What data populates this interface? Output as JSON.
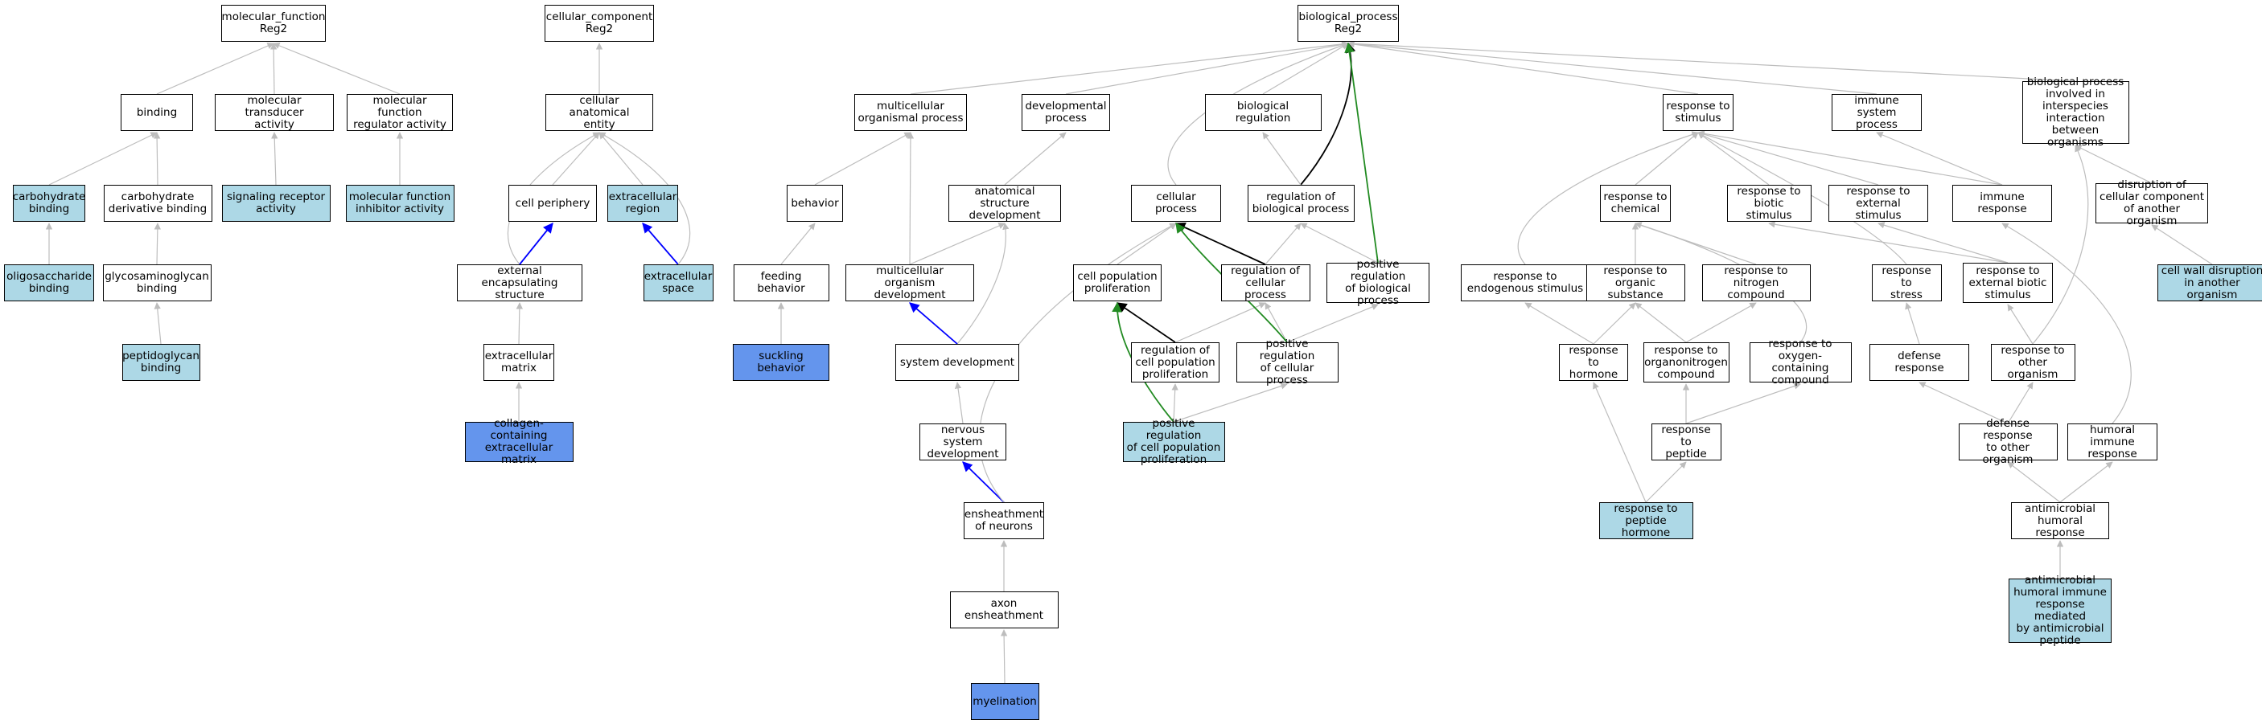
{
  "colors": {
    "plain": "#ffffff",
    "light": "#add8e6",
    "strong": "#6495ed",
    "edge_grey": "#bdbdbd",
    "edge_black": "#000000",
    "edge_blue": "#0000ff",
    "edge_green": "#228b22"
  },
  "nodes": {
    "mf_root": {
      "label": "molecular_function\nReg2",
      "fill": "plain"
    },
    "binding": {
      "label": "binding",
      "fill": "plain"
    },
    "mol_transducer": {
      "label": "molecular transducer\nactivity",
      "fill": "plain"
    },
    "mf_regulator": {
      "label": "molecular function\nregulator activity",
      "fill": "plain"
    },
    "carb_binding": {
      "label": "carbohydrate\nbinding",
      "fill": "light"
    },
    "carb_deriv_binding": {
      "label": "carbohydrate\nderivative binding",
      "fill": "plain"
    },
    "signaling_receptor": {
      "label": "signaling receptor\nactivity",
      "fill": "light"
    },
    "mf_inhibitor": {
      "label": "molecular function\ninhibitor activity",
      "fill": "light"
    },
    "oligosaccharide_binding": {
      "label": "oligosaccharide\nbinding",
      "fill": "light"
    },
    "gag_binding": {
      "label": "glycosaminoglycan\nbinding",
      "fill": "plain"
    },
    "peptidoglycan_binding": {
      "label": "peptidoglycan\nbinding",
      "fill": "light"
    },
    "cc_root": {
      "label": "cellular_component\nReg2",
      "fill": "plain"
    },
    "cell_anat_entity": {
      "label": "cellular anatomical\nentity",
      "fill": "plain"
    },
    "cell_periphery": {
      "label": "cell periphery",
      "fill": "plain"
    },
    "extracellular_region": {
      "label": "extracellular\nregion",
      "fill": "light"
    },
    "ext_encaps_structure": {
      "label": "external encapsulating\nstructure",
      "fill": "plain"
    },
    "extracellular_space": {
      "label": "extracellular\nspace",
      "fill": "light"
    },
    "extracellular_matrix": {
      "label": "extracellular\nmatrix",
      "fill": "plain"
    },
    "collagen_ecm": {
      "label": "collagen-containing\nextracellular\nmatrix",
      "fill": "strong"
    },
    "bp_root": {
      "label": "biological_process\nReg2",
      "fill": "plain"
    },
    "multicell_org_process": {
      "label": "multicellular\norganismal process",
      "fill": "plain"
    },
    "developmental_process": {
      "label": "developmental\nprocess",
      "fill": "plain"
    },
    "biological_regulation": {
      "label": "biological regulation",
      "fill": "plain"
    },
    "response_to_stimulus": {
      "label": "response to\nstimulus",
      "fill": "plain"
    },
    "immune_system_process": {
      "label": "immune system\nprocess",
      "fill": "plain"
    },
    "bp_interspecies": {
      "label": "biological process\ninvolved in\ninterspecies\ninteraction\nbetween organisms",
      "fill": "plain"
    },
    "behavior": {
      "label": "behavior",
      "fill": "plain"
    },
    "anat_struct_dev": {
      "label": "anatomical structure\ndevelopment",
      "fill": "plain"
    },
    "cellular_process": {
      "label": "cellular process",
      "fill": "plain"
    },
    "reg_bio_process": {
      "label": "regulation of\nbiological process",
      "fill": "plain"
    },
    "response_to_chemical": {
      "label": "response to\nchemical",
      "fill": "plain"
    },
    "response_to_biotic": {
      "label": "response to\nbiotic stimulus",
      "fill": "plain"
    },
    "response_to_external": {
      "label": "response to\nexternal stimulus",
      "fill": "plain"
    },
    "immune_response": {
      "label": "immune response",
      "fill": "plain"
    },
    "disruption_cell_component": {
      "label": "disruption of\ncellular component\nof another organism",
      "fill": "plain"
    },
    "feeding_behavior": {
      "label": "feeding behavior",
      "fill": "plain"
    },
    "multicell_org_dev": {
      "label": "multicellular\norganism development",
      "fill": "plain"
    },
    "cell_pop_prolif": {
      "label": "cell population\nproliferation",
      "fill": "plain"
    },
    "reg_cellular_process": {
      "label": "regulation of\ncellular process",
      "fill": "plain"
    },
    "pos_reg_bio_process": {
      "label": "positive regulation\nof biological\nprocess",
      "fill": "plain"
    },
    "response_endogenous": {
      "label": "response to\nendogenous stimulus",
      "fill": "plain"
    },
    "response_organic": {
      "label": "response to\norganic substance",
      "fill": "plain"
    },
    "response_nitrogen": {
      "label": "response to\nnitrogen compound",
      "fill": "plain"
    },
    "response_stress": {
      "label": "response to\nstress",
      "fill": "plain"
    },
    "response_ext_biotic": {
      "label": "response to\nexternal biotic\nstimulus",
      "fill": "plain"
    },
    "cell_wall_disruption": {
      "label": "cell wall disruption\nin another organism",
      "fill": "light"
    },
    "suckling_behavior": {
      "label": "suckling behavior",
      "fill": "strong"
    },
    "system_development": {
      "label": "system development",
      "fill": "plain"
    },
    "reg_cell_pop_prolif": {
      "label": "regulation of\ncell population\nproliferation",
      "fill": "plain"
    },
    "pos_reg_cellular_process": {
      "label": "positive regulation\nof cellular\nprocess",
      "fill": "plain"
    },
    "response_hormone": {
      "label": "response to\nhormone",
      "fill": "plain"
    },
    "response_organonitrogen": {
      "label": "response to\norganonitrogen\ncompound",
      "fill": "plain"
    },
    "response_oxygen": {
      "label": "response to\noxygen-containing\ncompound",
      "fill": "plain"
    },
    "defense_response": {
      "label": "defense response",
      "fill": "plain"
    },
    "response_other_org": {
      "label": "response to\nother organism",
      "fill": "plain"
    },
    "nervous_system_dev": {
      "label": "nervous system\ndevelopment",
      "fill": "plain"
    },
    "pos_reg_cell_pop_prolif": {
      "label": "positive regulation\nof cell population\nproliferation",
      "fill": "light"
    },
    "response_peptide": {
      "label": "response to\npeptide",
      "fill": "plain"
    },
    "defense_other_org": {
      "label": "defense response\nto other organism",
      "fill": "plain"
    },
    "humoral_immune": {
      "label": "humoral immune\nresponse",
      "fill": "plain"
    },
    "ensheathment_neurons": {
      "label": "ensheathment\nof neurons",
      "fill": "plain"
    },
    "response_peptide_hormone": {
      "label": "response to\npeptide hormone",
      "fill": "light"
    },
    "antimicrobial_humoral": {
      "label": "antimicrobial\nhumoral response",
      "fill": "plain"
    },
    "axon_ensheathment": {
      "label": "axon ensheathment",
      "fill": "plain"
    },
    "antimicrobial_peptide": {
      "label": "antimicrobial\nhumoral immune\nresponse mediated\nby antimicrobial\npeptide",
      "fill": "light"
    },
    "myelination": {
      "label": "myelination",
      "fill": "strong"
    }
  },
  "edges": [
    {
      "from": "binding",
      "to": "mf_root",
      "color": "edge_grey"
    },
    {
      "from": "mol_transducer",
      "to": "mf_root",
      "color": "edge_grey"
    },
    {
      "from": "mf_regulator",
      "to": "mf_root",
      "color": "edge_grey"
    },
    {
      "from": "carb_binding",
      "to": "binding",
      "color": "edge_grey"
    },
    {
      "from": "carb_deriv_binding",
      "to": "binding",
      "color": "edge_grey"
    },
    {
      "from": "signaling_receptor",
      "to": "mol_transducer",
      "color": "edge_grey"
    },
    {
      "from": "mf_inhibitor",
      "to": "mf_regulator",
      "color": "edge_grey"
    },
    {
      "from": "oligosaccharide_binding",
      "to": "carb_binding",
      "color": "edge_grey"
    },
    {
      "from": "gag_binding",
      "to": "carb_deriv_binding",
      "color": "edge_grey"
    },
    {
      "from": "peptidoglycan_binding",
      "to": "gag_binding",
      "color": "edge_grey"
    },
    {
      "from": "cell_anat_entity",
      "to": "cc_root",
      "color": "edge_grey"
    },
    {
      "from": "cell_periphery",
      "to": "cell_anat_entity",
      "color": "edge_grey"
    },
    {
      "from": "extracellular_region",
      "to": "cell_anat_entity",
      "color": "edge_grey"
    },
    {
      "from": "ext_encaps_structure",
      "to": "cell_anat_entity",
      "color": "edge_grey",
      "curve": "left"
    },
    {
      "from": "ext_encaps_structure",
      "to": "cell_periphery",
      "color": "edge_blue"
    },
    {
      "from": "extracellular_space",
      "to": "extracellular_region",
      "color": "edge_blue"
    },
    {
      "from": "extracellular_space",
      "to": "cell_anat_entity",
      "color": "edge_grey",
      "curve": "right"
    },
    {
      "from": "extracellular_matrix",
      "to": "ext_encaps_structure",
      "color": "edge_grey"
    },
    {
      "from": "collagen_ecm",
      "to": "extracellular_matrix",
      "color": "edge_grey"
    },
    {
      "from": "multicell_org_process",
      "to": "bp_root",
      "color": "edge_grey"
    },
    {
      "from": "developmental_process",
      "to": "bp_root",
      "color": "edge_grey"
    },
    {
      "from": "biological_regulation",
      "to": "bp_root",
      "color": "edge_grey"
    },
    {
      "from": "response_to_stimulus",
      "to": "bp_root",
      "color": "edge_grey"
    },
    {
      "from": "immune_system_process",
      "to": "bp_root",
      "color": "edge_grey"
    },
    {
      "from": "bp_interspecies",
      "to": "bp_root",
      "color": "edge_grey"
    },
    {
      "from": "cellular_process",
      "to": "bp_root",
      "color": "edge_grey",
      "curve": "left"
    },
    {
      "from": "reg_bio_process",
      "to": "bp_root",
      "color": "edge_black",
      "curve": "right"
    },
    {
      "from": "pos_reg_bio_process",
      "to": "bp_root",
      "color": "edge_green"
    },
    {
      "from": "behavior",
      "to": "multicell_org_process",
      "color": "edge_grey"
    },
    {
      "from": "multicell_org_dev",
      "to": "multicell_org_process",
      "color": "edge_grey"
    },
    {
      "from": "anat_struct_dev",
      "to": "developmental_process",
      "color": "edge_grey"
    },
    {
      "from": "reg_bio_process",
      "to": "biological_regulation",
      "color": "edge_grey"
    },
    {
      "from": "feeding_behavior",
      "to": "behavior",
      "color": "edge_grey"
    },
    {
      "from": "suckling_behavior",
      "to": "feeding_behavior",
      "color": "edge_grey"
    },
    {
      "from": "multicell_org_dev",
      "to": "anat_struct_dev",
      "color": "edge_grey"
    },
    {
      "from": "system_development",
      "to": "anat_struct_dev",
      "color": "edge_grey",
      "curve": "right"
    },
    {
      "from": "system_development",
      "to": "multicell_org_dev",
      "color": "edge_blue"
    },
    {
      "from": "nervous_system_dev",
      "to": "system_development",
      "color": "edge_grey"
    },
    {
      "from": "ensheathment_neurons",
      "to": "nervous_system_dev",
      "color": "edge_blue"
    },
    {
      "from": "ensheathment_neurons",
      "to": "cellular_process",
      "color": "edge_grey",
      "curve": "left"
    },
    {
      "from": "axon_ensheathment",
      "to": "ensheathment_neurons",
      "color": "edge_grey"
    },
    {
      "from": "myelination",
      "to": "axon_ensheathment",
      "color": "edge_grey"
    },
    {
      "from": "cell_pop_prolif",
      "to": "cellular_process",
      "color": "edge_grey"
    },
    {
      "from": "reg_cellular_process",
      "to": "cellular_process",
      "color": "edge_black"
    },
    {
      "from": "reg_cellular_process",
      "to": "reg_bio_process",
      "color": "edge_grey"
    },
    {
      "from": "pos_reg_bio_process",
      "to": "reg_bio_process",
      "color": "edge_grey"
    },
    {
      "from": "reg_cell_pop_prolif",
      "to": "cell_pop_prolif",
      "color": "edge_black"
    },
    {
      "from": "reg_cell_pop_prolif",
      "to": "reg_cellular_process",
      "color": "edge_grey"
    },
    {
      "from": "pos_reg_cellular_process",
      "to": "reg_cellular_process",
      "color": "edge_grey"
    },
    {
      "from": "pos_reg_cellular_process",
      "to": "pos_reg_bio_process",
      "color": "edge_grey"
    },
    {
      "from": "pos_reg_cellular_process",
      "to": "cellular_process",
      "color": "edge_green",
      "curve": "left"
    },
    {
      "from": "pos_reg_cell_pop_prolif",
      "to": "reg_cell_pop_prolif",
      "color": "edge_grey"
    },
    {
      "from": "pos_reg_cell_pop_prolif",
      "to": "pos_reg_cellular_process",
      "color": "edge_grey"
    },
    {
      "from": "pos_reg_cell_pop_prolif",
      "to": "cell_pop_prolif",
      "color": "edge_green",
      "curve": "left"
    },
    {
      "from": "response_to_chemical",
      "to": "response_to_stimulus",
      "color": "edge_grey"
    },
    {
      "from": "response_to_biotic",
      "to": "response_to_stimulus",
      "color": "edge_grey"
    },
    {
      "from": "response_to_external",
      "to": "response_to_stimulus",
      "color": "edge_grey"
    },
    {
      "from": "immune_response",
      "to": "response_to_stimulus",
      "color": "edge_grey"
    },
    {
      "from": "response_endogenous",
      "to": "response_to_stimulus",
      "color": "edge_grey",
      "curve": "left"
    },
    {
      "from": "response_stress",
      "to": "response_to_stimulus",
      "color": "edge_grey",
      "curve": "left"
    },
    {
      "from": "immune_response",
      "to": "immune_system_process",
      "color": "edge_grey"
    },
    {
      "from": "disruption_cell_component",
      "to": "bp_interspecies",
      "color": "edge_grey"
    },
    {
      "from": "cell_wall_disruption",
      "to": "disruption_cell_component",
      "color": "edge_grey"
    },
    {
      "from": "response_organic",
      "to": "response_to_chemical",
      "color": "edge_grey"
    },
    {
      "from": "response_nitrogen",
      "to": "response_to_chemical",
      "color": "edge_grey"
    },
    {
      "from": "response_oxygen",
      "to": "response_to_chemical",
      "color": "edge_grey",
      "curve": "right"
    },
    {
      "from": "response_ext_biotic",
      "to": "response_to_external",
      "color": "edge_grey"
    },
    {
      "from": "response_ext_biotic",
      "to": "response_to_biotic",
      "color": "edge_grey"
    },
    {
      "from": "response_hormone",
      "to": "response_endogenous",
      "color": "edge_grey"
    },
    {
      "from": "response_hormone",
      "to": "response_organic",
      "color": "edge_grey"
    },
    {
      "from": "response_organonitrogen",
      "to": "response_organic",
      "color": "edge_grey"
    },
    {
      "from": "response_organonitrogen",
      "to": "response_nitrogen",
      "color": "edge_grey"
    },
    {
      "from": "defense_response",
      "to": "response_stress",
      "color": "edge_grey"
    },
    {
      "from": "response_other_org",
      "to": "response_ext_biotic",
      "color": "edge_grey"
    },
    {
      "from": "response_other_org",
      "to": "bp_interspecies",
      "color": "edge_grey",
      "curve": "right"
    },
    {
      "from": "response_peptide",
      "to": "response_organonitrogen",
      "color": "edge_grey"
    },
    {
      "from": "response_peptide",
      "to": "response_oxygen",
      "color": "edge_grey"
    },
    {
      "from": "response_peptide_hormone",
      "to": "response_peptide",
      "color": "edge_grey"
    },
    {
      "from": "response_peptide_hormone",
      "to": "response_hormone",
      "color": "edge_grey"
    },
    {
      "from": "defense_other_org",
      "to": "defense_response",
      "color": "edge_grey"
    },
    {
      "from": "defense_other_org",
      "to": "response_other_org",
      "color": "edge_grey"
    },
    {
      "from": "humoral_immune",
      "to": "immune_response",
      "color": "edge_grey",
      "curve": "right"
    },
    {
      "from": "antimicrobial_humoral",
      "to": "defense_other_org",
      "color": "edge_grey"
    },
    {
      "from": "antimicrobial_humoral",
      "to": "humoral_immune",
      "color": "edge_grey"
    },
    {
      "from": "antimicrobial_peptide",
      "to": "antimicrobial_humoral",
      "color": "edge_grey"
    }
  ]
}
